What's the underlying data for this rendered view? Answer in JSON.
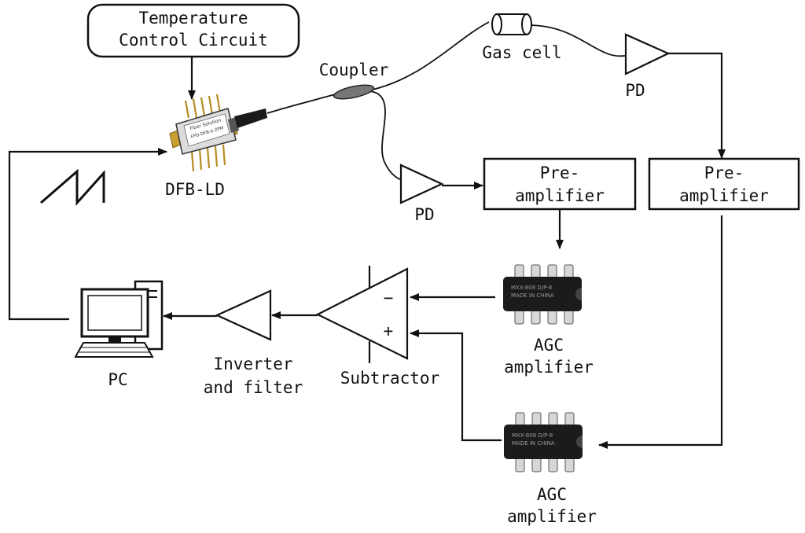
{
  "temperature_control": {
    "line1": "Temperature",
    "line2": "Control Circuit"
  },
  "coupler": "Coupler",
  "gas_cell": "Gas cell",
  "pd_top": "PD",
  "pd_mid": "PD",
  "laser": {
    "label": "DFB-LD",
    "chip_line1": "Fiber Solution",
    "chip_line2": "FPD-DFB-S-2PM"
  },
  "preamp_mid": {
    "line1": "Pre-",
    "line2": "amplifier"
  },
  "preamp_right": {
    "line1": "Pre-",
    "line2": "amplifier"
  },
  "agc_top": {
    "line1": "AGC",
    "line2": "amplifier",
    "chip_line1": "MXX-808 D/P-8",
    "chip_line2": "MADE IN CHINA"
  },
  "agc_bottom": {
    "line1": "AGC",
    "line2": "amplifier",
    "chip_line1": "MXX-808 D/P-8",
    "chip_line2": "MADE IN CHINA"
  },
  "subtractor": {
    "label": "Subtractor",
    "minus": "−",
    "plus": "+"
  },
  "inverter": {
    "line1": "Inverter",
    "line2": "and filter"
  },
  "pc": "PC"
}
